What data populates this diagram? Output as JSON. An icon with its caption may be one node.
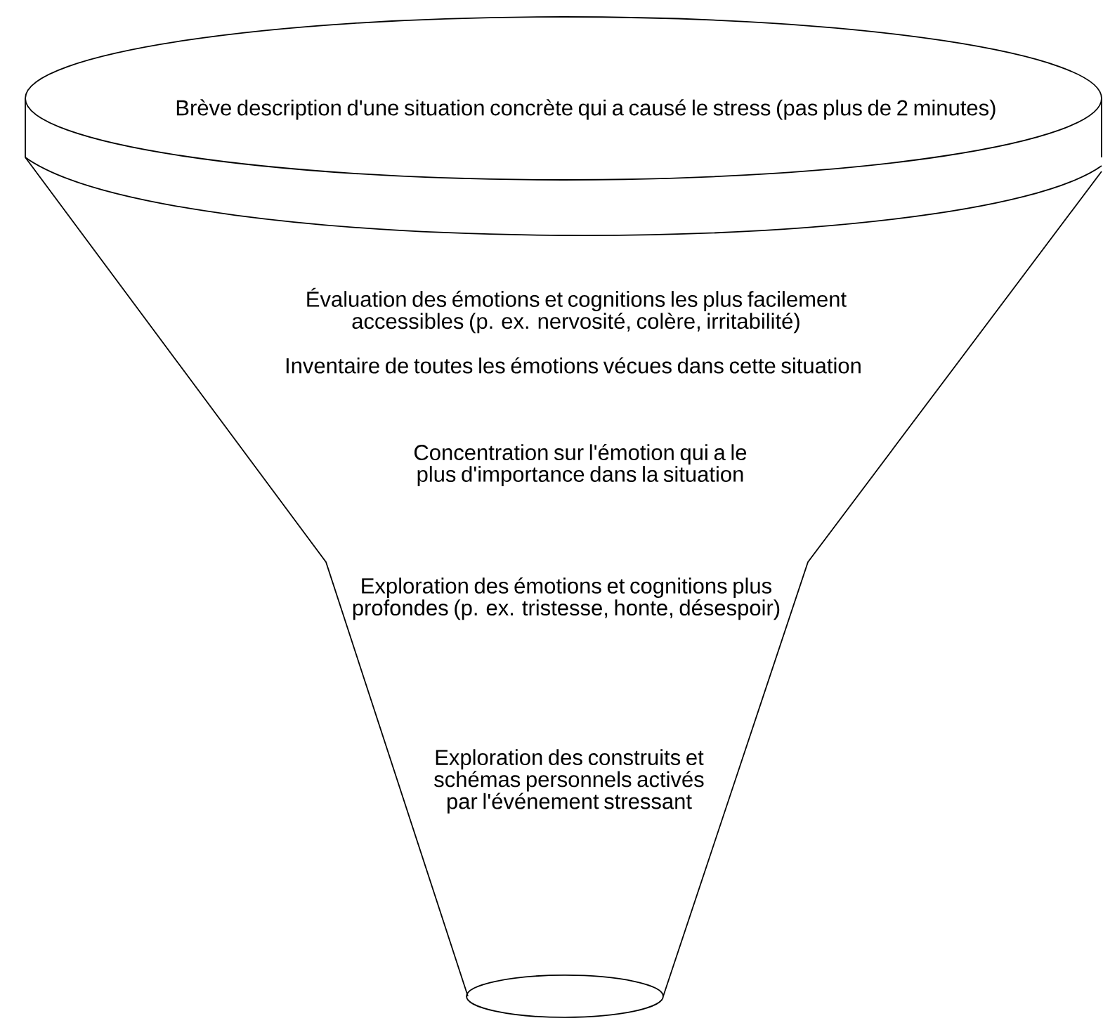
{
  "diagram": {
    "nodes": [
      {
        "text": [
          "Brève description d'une situation concrète qui a causé le stress (pas plus de 2 minutes)"
        ]
      },
      {
        "text": [
          "Évaluation des émotions et cognitions les plus facilement accessibles (p. ex. nervosité, colère, irritabilité)",
          "Inventaire de toutes les émotions vécues dans cette situation",
          "Concentration sur l'émotion qui a le plus d'importance dans la situation",
          "Exploration des émotions et cognitions plus profondes (p. ex. tristesse, honte, désespoir)",
          "Exploration des construits et schémas personnels activés par l'événement stressant"
        ]
      }
    ]
  }
}
